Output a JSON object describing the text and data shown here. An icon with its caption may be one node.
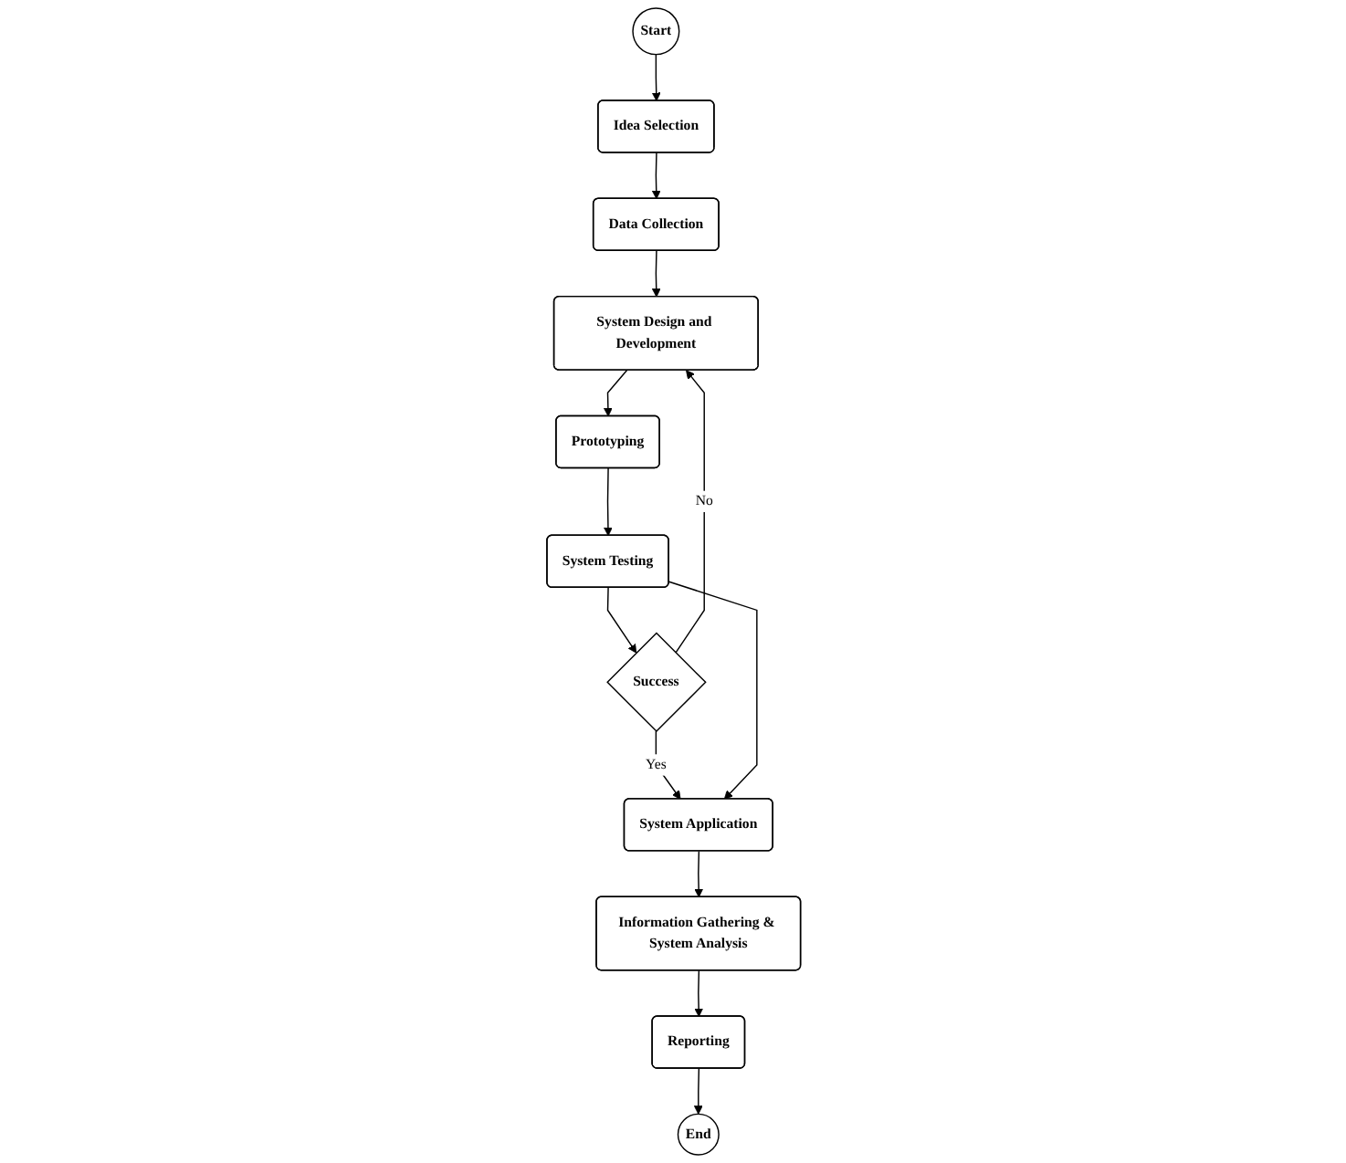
{
  "diagram": {
    "nodes": [
      {
        "text": [
          "Start"
        ]
      },
      {
        "text": [
          "Idea Selection"
        ]
      },
      {
        "text": [
          "Data Collection"
        ]
      },
      {
        "text": [
          "System Design and Development"
        ]
      },
      {
        "text": [
          "Prototyping"
        ]
      },
      {
        "text": [
          "Success"
        ]
      },
      {
        "text": [
          "System Testing"
        ]
      },
      {
        "text": [
          "System Application"
        ]
      },
      {
        "text": [
          "Information Gathering & System Analysis"
        ]
      },
      {
        "text": [
          "Reporting"
        ]
      },
      {
        "text": [
          "End"
        ]
      }
    ],
    "edges": [
      {
        "from": 0,
        "to": 1,
        "arrow": "to"
      },
      {
        "from": 1,
        "to": 2,
        "arrow": "to"
      },
      {
        "from": 2,
        "to": 3,
        "arrow": "to"
      },
      {
        "from": 3,
        "to": 4,
        "arrow": "to"
      },
      {
        "from": 4,
        "to": 6,
        "arrow": "to"
      },
      {
        "from": 6,
        "to": 5,
        "arrow": "to"
      },
      {
        "from": 5,
        "to": 3,
        "arrow": "to",
        "label": "No"
      },
      {
        "from": 5,
        "to": 7,
        "arrow": "to",
        "label": "Yes"
      },
      {
        "from": 6,
        "to": 7,
        "arrow": "to"
      },
      {
        "from": 7,
        "to": 8,
        "arrow": "to"
      },
      {
        "from": 8,
        "to": 9,
        "arrow": "to"
      },
      {
        "from": 9,
        "to": 10,
        "arrow": "to"
      }
    ]
  }
}
